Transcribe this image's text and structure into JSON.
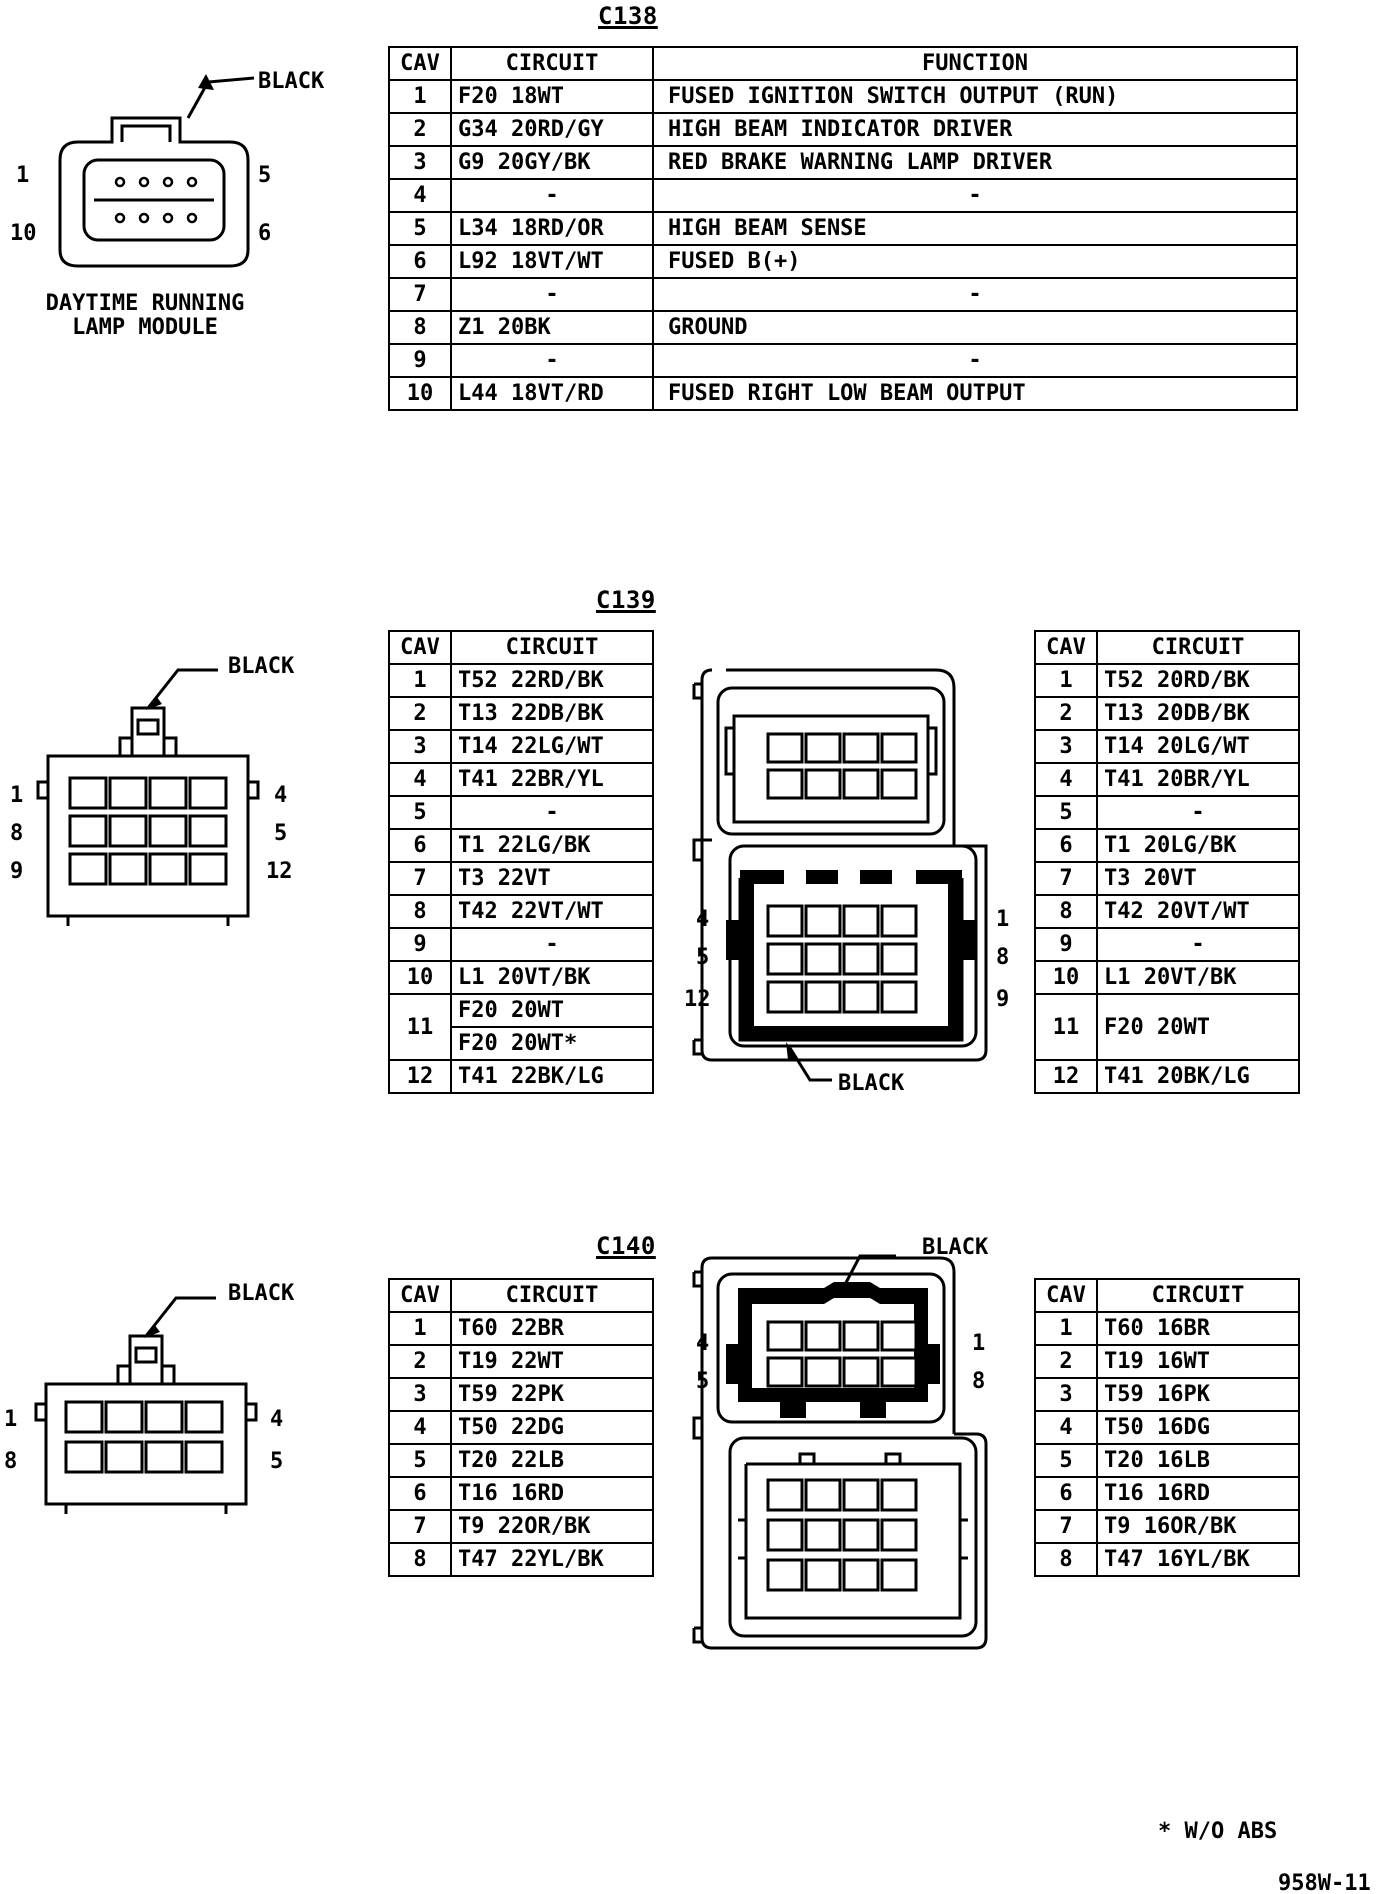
{
  "footnote": "* W/O ABS",
  "figure_id": "958W-11",
  "c138": {
    "title": "C138",
    "headers": [
      "CAV",
      "CIRCUIT",
      "FUNCTION"
    ],
    "rows": [
      {
        "cav": "1",
        "circuit": "F20 18WT",
        "function": "FUSED IGNITION SWITCH OUTPUT (RUN)"
      },
      {
        "cav": "2",
        "circuit": "G34 20RD/GY",
        "function": "HIGH BEAM INDICATOR DRIVER"
      },
      {
        "cav": "3",
        "circuit": "G9 20GY/BK",
        "function": "RED BRAKE WARNING LAMP DRIVER"
      },
      {
        "cav": "4",
        "circuit": "-",
        "function": "-"
      },
      {
        "cav": "5",
        "circuit": "L34 18RD/OR",
        "function": "HIGH BEAM SENSE"
      },
      {
        "cav": "6",
        "circuit": "L92 18VT/WT",
        "function": "FUSED B(+)"
      },
      {
        "cav": "7",
        "circuit": "-",
        "function": "-"
      },
      {
        "cav": "8",
        "circuit": "Z1 20BK",
        "function": "GROUND"
      },
      {
        "cav": "9",
        "circuit": "-",
        "function": "-"
      },
      {
        "cav": "10",
        "circuit": "L44 18VT/RD",
        "function": "FUSED RIGHT LOW BEAM OUTPUT"
      }
    ],
    "connector": {
      "color_label": "BLACK",
      "pin_labels": [
        "1",
        "10",
        "5",
        "6"
      ],
      "caption_line1": "DAYTIME RUNNING",
      "caption_line2": "LAMP MODULE"
    }
  },
  "c139": {
    "title": "C139",
    "left_table": {
      "headers": [
        "CAV",
        "CIRCUIT"
      ],
      "rows": [
        {
          "cav": "1",
          "circuit": "T52 22RD/BK"
        },
        {
          "cav": "2",
          "circuit": "T13 22DB/BK"
        },
        {
          "cav": "3",
          "circuit": "T14 22LG/WT"
        },
        {
          "cav": "4",
          "circuit": "T41 22BR/YL"
        },
        {
          "cav": "5",
          "circuit": "-"
        },
        {
          "cav": "6",
          "circuit": "T1 22LG/BK"
        },
        {
          "cav": "7",
          "circuit": "T3 22VT"
        },
        {
          "cav": "8",
          "circuit": "T42 22VT/WT"
        },
        {
          "cav": "9",
          "circuit": "-"
        },
        {
          "cav": "10",
          "circuit": "L1 20VT/BK"
        },
        {
          "cav": "11",
          "circuit": "F20 20WT",
          "circuit_alt": "F20 20WT*"
        },
        {
          "cav": "12",
          "circuit": "T41 22BK/LG"
        }
      ]
    },
    "right_table": {
      "headers": [
        "CAV",
        "CIRCUIT"
      ],
      "rows": [
        {
          "cav": "1",
          "circuit": "T52 20RD/BK"
        },
        {
          "cav": "2",
          "circuit": "T13 20DB/BK"
        },
        {
          "cav": "3",
          "circuit": "T14 20LG/WT"
        },
        {
          "cav": "4",
          "circuit": "T41 20BR/YL"
        },
        {
          "cav": "5",
          "circuit": "-"
        },
        {
          "cav": "6",
          "circuit": "T1 20LG/BK"
        },
        {
          "cav": "7",
          "circuit": "T3 20VT"
        },
        {
          "cav": "8",
          "circuit": "T42 20VT/WT"
        },
        {
          "cav": "9",
          "circuit": "-"
        },
        {
          "cav": "10",
          "circuit": "L1 20VT/BK"
        },
        {
          "cav": "11",
          "circuit": "F20 20WT"
        },
        {
          "cav": "12",
          "circuit": "T41 20BK/LG"
        }
      ]
    },
    "left_connector": {
      "color_label": "BLACK",
      "pin_labels": [
        "1",
        "8",
        "9",
        "4",
        "5",
        "12"
      ]
    },
    "right_connector": {
      "color_label": "BLACK",
      "pin_labels": [
        "4",
        "5",
        "12",
        "1",
        "8",
        "9"
      ]
    }
  },
  "c140": {
    "title": "C140",
    "left_table": {
      "headers": [
        "CAV",
        "CIRCUIT"
      ],
      "rows": [
        {
          "cav": "1",
          "circuit": "T60 22BR"
        },
        {
          "cav": "2",
          "circuit": "T19 22WT"
        },
        {
          "cav": "3",
          "circuit": "T59 22PK"
        },
        {
          "cav": "4",
          "circuit": "T50 22DG"
        },
        {
          "cav": "5",
          "circuit": "T20 22LB"
        },
        {
          "cav": "6",
          "circuit": "T16 16RD"
        },
        {
          "cav": "7",
          "circuit": "T9 22OR/BK"
        },
        {
          "cav": "8",
          "circuit": "T47 22YL/BK"
        }
      ]
    },
    "right_table": {
      "headers": [
        "CAV",
        "CIRCUIT"
      ],
      "rows": [
        {
          "cav": "1",
          "circuit": "T60 16BR"
        },
        {
          "cav": "2",
          "circuit": "T19 16WT"
        },
        {
          "cav": "3",
          "circuit": "T59 16PK"
        },
        {
          "cav": "4",
          "circuit": "T50 16DG"
        },
        {
          "cav": "5",
          "circuit": "T20 16LB"
        },
        {
          "cav": "6",
          "circuit": "T16 16RD"
        },
        {
          "cav": "7",
          "circuit": "T9 16OR/BK"
        },
        {
          "cav": "8",
          "circuit": "T47 16YL/BK"
        }
      ]
    },
    "left_connector": {
      "color_label": "BLACK",
      "pin_labels": [
        "1",
        "8",
        "4",
        "5"
      ]
    },
    "right_connector": {
      "color_label": "BLACK",
      "pin_labels": [
        "4",
        "5",
        "1",
        "8"
      ]
    }
  }
}
